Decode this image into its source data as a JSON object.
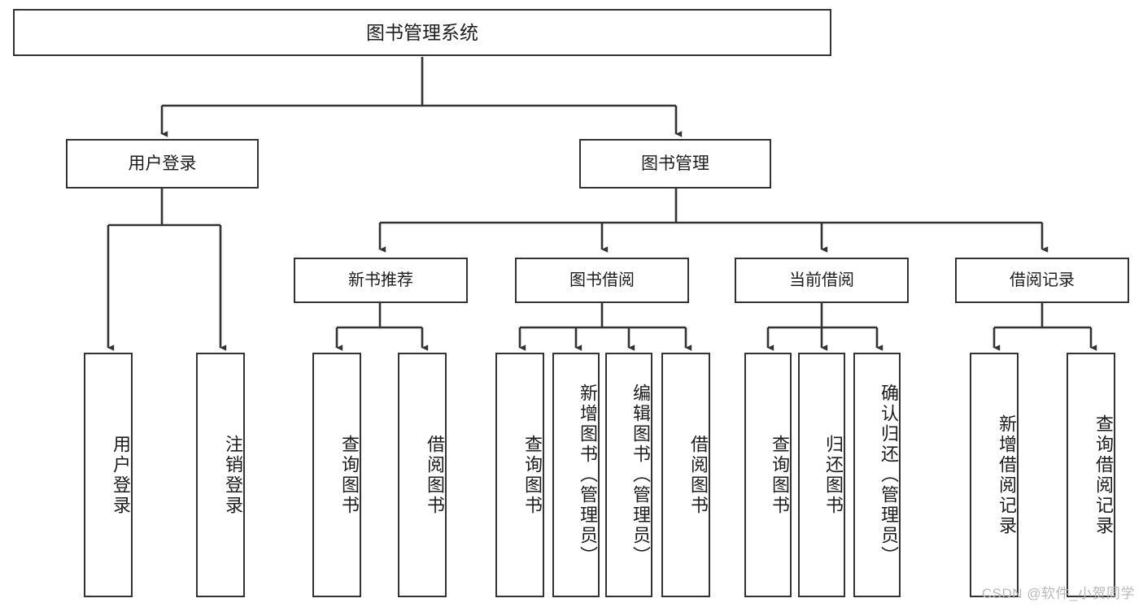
{
  "diagram": {
    "title": "图书管理系统",
    "type": "tree-hierarchy",
    "root": {
      "label": "图书管理系统"
    },
    "level1": [
      {
        "label": "用户登录"
      },
      {
        "label": "图书管理"
      }
    ],
    "level2": [
      {
        "label": "新书推荐"
      },
      {
        "label": "图书借阅"
      },
      {
        "label": "当前借阅"
      },
      {
        "label": "借阅记录"
      }
    ],
    "leaves": {
      "user_login": [
        {
          "label": "用户登录"
        },
        {
          "label": "注销登录"
        }
      ],
      "new_book_recommend": [
        {
          "label": "查询图书"
        },
        {
          "label": "借阅图书"
        }
      ],
      "book_borrow": [
        {
          "label": "查询图书"
        },
        {
          "label": "新增图书（管理员）"
        },
        {
          "label": "编辑图书（管理员）"
        },
        {
          "label": "借阅图书"
        }
      ],
      "current_borrow": [
        {
          "label": "查询图书"
        },
        {
          "label": "归还图书"
        },
        {
          "label": "确认归还（管理员）"
        }
      ],
      "borrow_records": [
        {
          "label": "新增借阅记录"
        },
        {
          "label": "查询借阅记录"
        }
      ]
    }
  },
  "watermark": {
    "text": "CSDN @软件_小贺同学"
  },
  "colors": {
    "border": "#333333",
    "background": "#ffffff",
    "text": "#1c1c1c",
    "watermark": "#b9b9b9"
  }
}
